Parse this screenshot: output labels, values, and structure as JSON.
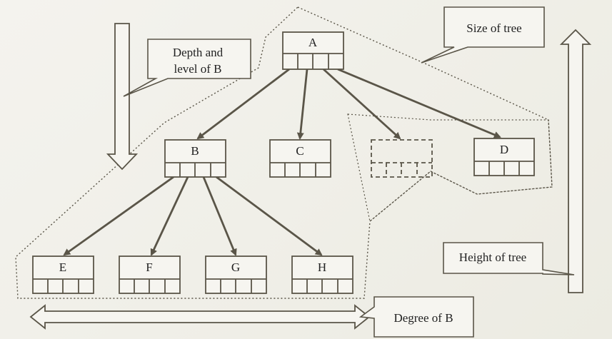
{
  "nodes": {
    "a": "A",
    "b": "B",
    "c": "C",
    "d": "D",
    "e": "E",
    "f": "F",
    "g": "G",
    "h": "H",
    "hidden": ""
  },
  "callouts": {
    "depth_line1": "Depth and",
    "depth_line2": "level of B",
    "size": "Size of tree",
    "height": "Height of tree",
    "degree": "Degree of B"
  },
  "colors": {
    "stroke": "#5a5548",
    "edge": "#5a5548",
    "box_fill": "#f6f5f0",
    "background": "#efeee7"
  }
}
